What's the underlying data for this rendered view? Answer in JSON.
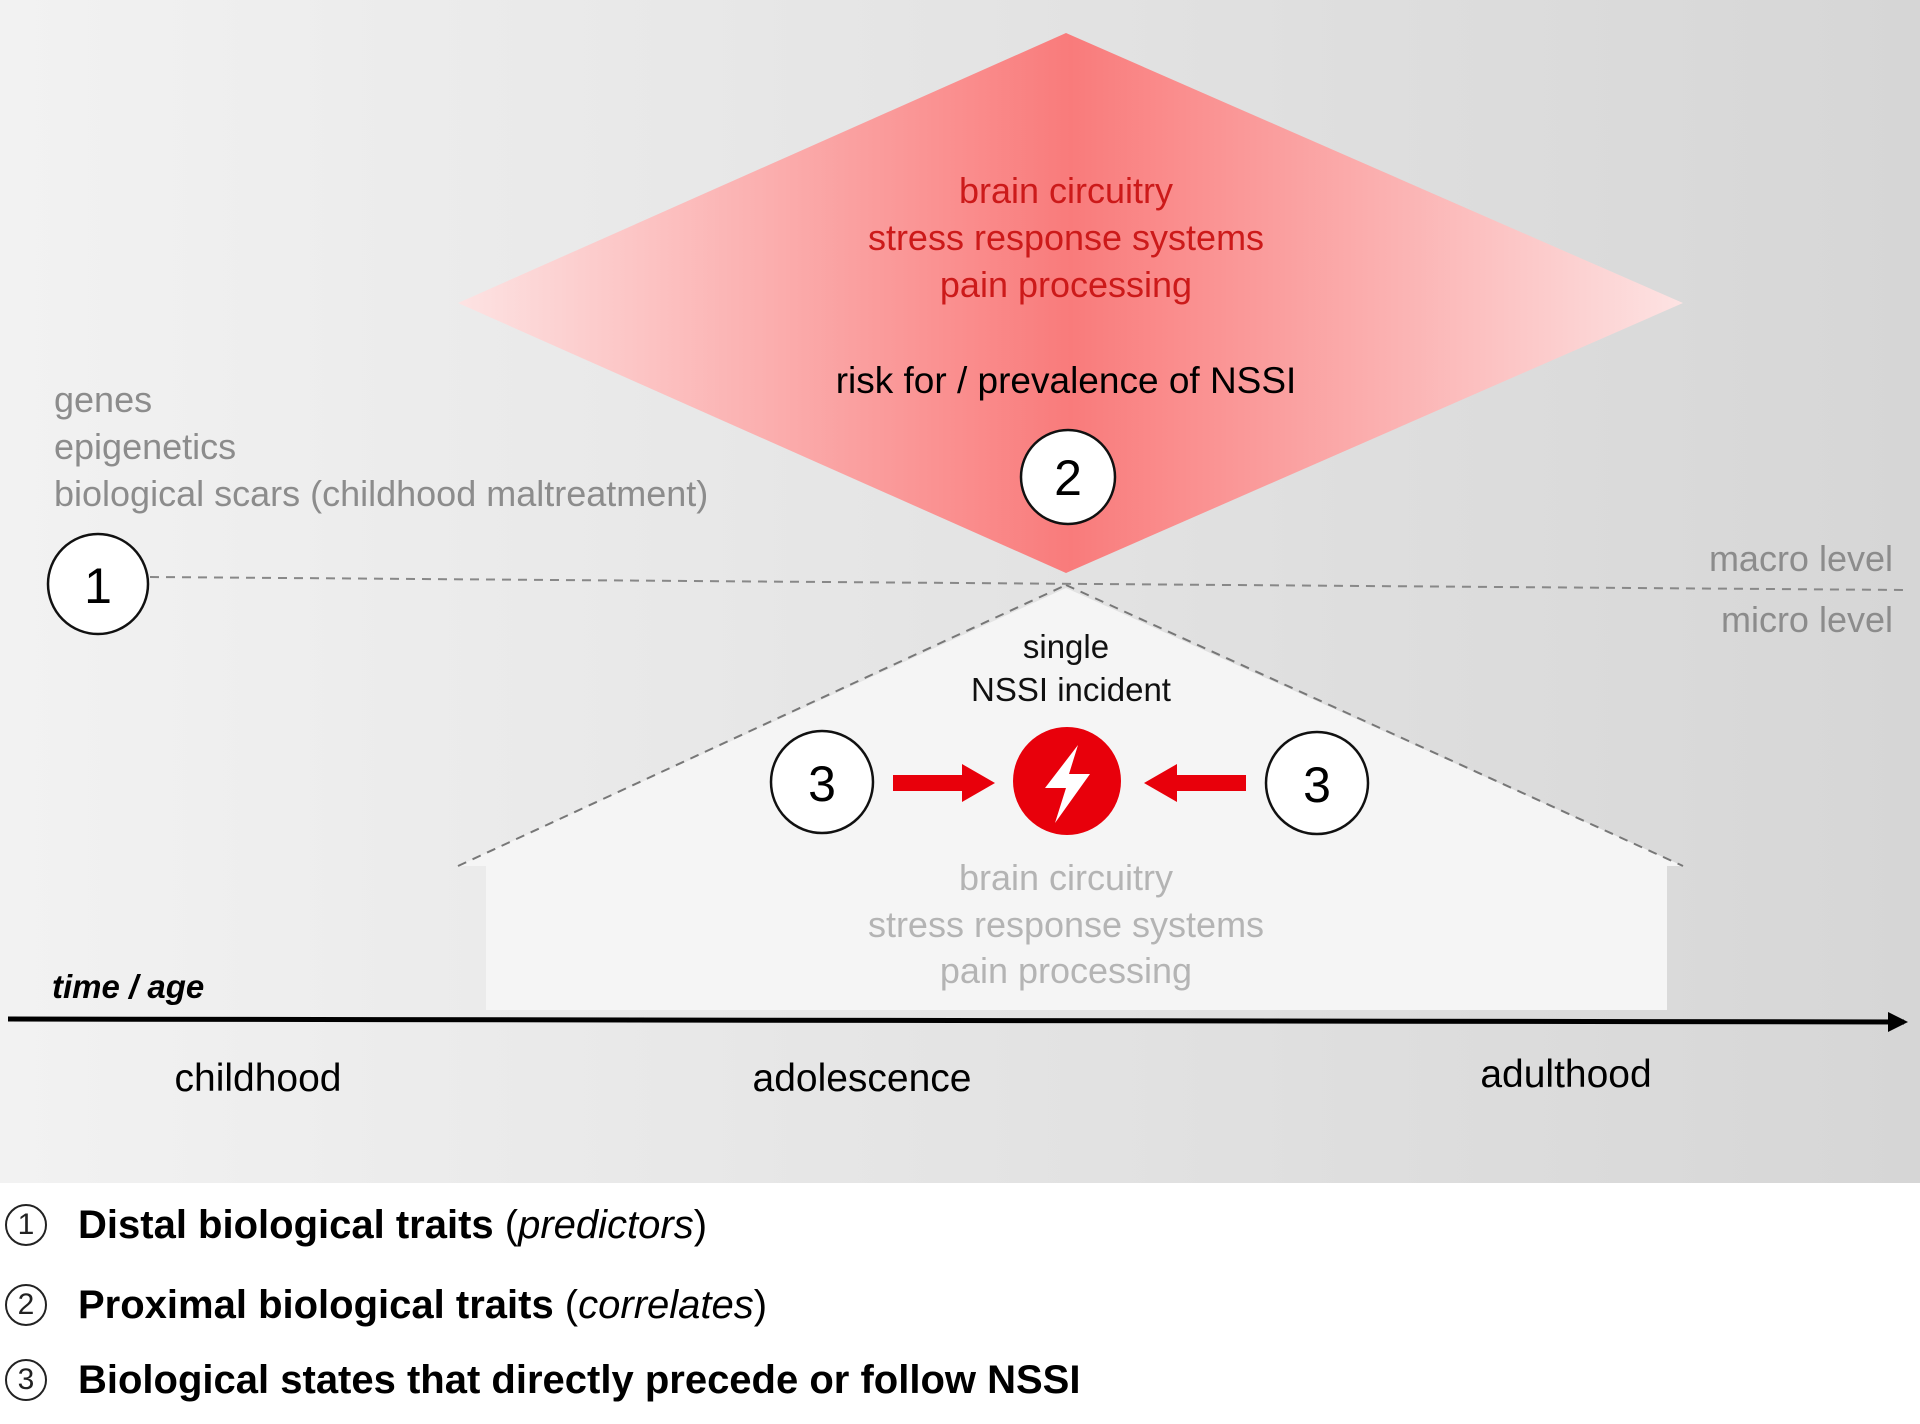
{
  "upper_box": {
    "lines": [
      "brain circuitry",
      "stress response systems",
      "pain processing"
    ],
    "risk_label": "risk for / prevalence of NSSI",
    "circle_number": "2"
  },
  "distal": {
    "lines": [
      "genes",
      "epigenetics",
      "biological scars (childhood maltreatment)"
    ],
    "circle_number": "1"
  },
  "levels": {
    "macro": "macro level",
    "micro": "micro level"
  },
  "incident": {
    "label_line1": "single",
    "label_line2": "NSSI incident",
    "left_circle_number": "3",
    "right_circle_number": "3",
    "icon": "lightning-bolt-icon"
  },
  "lower_box": {
    "lines": [
      "brain circuitry",
      "stress response systems",
      "pain processing"
    ]
  },
  "timeline": {
    "axis_label": "time / age",
    "stages": [
      "childhood",
      "adolescence",
      "adulthood"
    ]
  },
  "legend": [
    {
      "number": "1",
      "bold": "Distal biological traits",
      "open": " (",
      "italic": "predictors",
      "close": ")"
    },
    {
      "number": "2",
      "bold": "Proximal biological traits",
      "open": " (",
      "italic": "correlates",
      "close": ")"
    },
    {
      "number": "3",
      "bold": "Biological states that directly precede or follow NSSI",
      "open": "",
      "italic": "",
      "close": ""
    }
  ],
  "colors": {
    "accent_red": "#e8000b",
    "upper_text_red": "#cc1a1a",
    "gray_text": "#8c8c8c",
    "light_gray_text": "#b4b4b4"
  }
}
